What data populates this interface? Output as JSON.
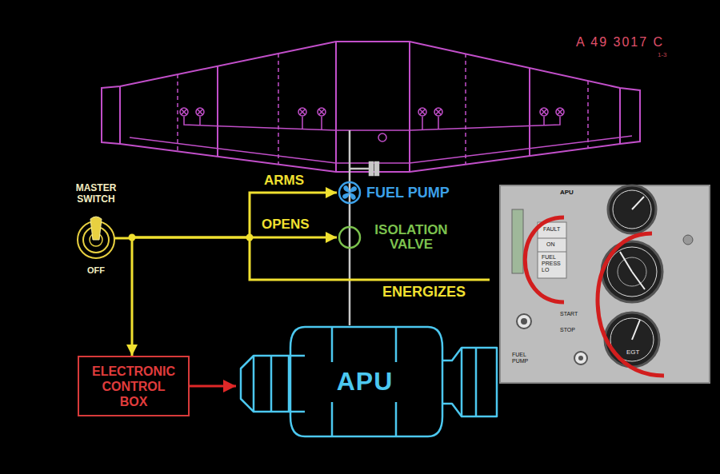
{
  "diagram": {
    "nodes": [
      {
        "text": [
          "MASTER SWITCH",
          "OFF"
        ]
      },
      {
        "text": [
          "FUEL PUMP"
        ]
      },
      {
        "text": [
          "ISOLATION VALVE"
        ]
      },
      {
        "text": [
          "ELECTRONIC CONTROL BOX"
        ]
      },
      {
        "text": [
          "APU"
        ]
      }
    ],
    "edges": [
      {
        "from": 0,
        "to": 1,
        "label": "ARMS",
        "arrow": "to"
      },
      {
        "from": 0,
        "to": 2,
        "label": "OPENS",
        "arrow": "to"
      },
      {
        "from": 0,
        "to": 3,
        "arrow": "to"
      },
      {
        "from": 3,
        "to": 4,
        "arrow": "to"
      }
    ],
    "labels": [
      "A 49 3017 C",
      "1-3",
      "ENERGIZES",
      "APU",
      "FAULT",
      "ON",
      "FUEL PRESS LO",
      "START",
      "STOP",
      "FUEL PUMP",
      "EGT"
    ]
  }
}
